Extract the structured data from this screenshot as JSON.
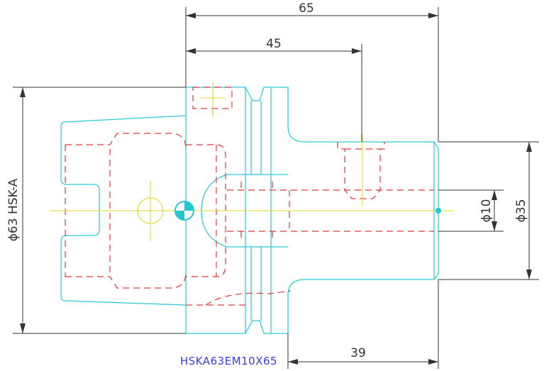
{
  "colors": {
    "outline": "#29c9d6",
    "hidden": "#e0383b",
    "center": "#e3d51e",
    "dimension": "#333333",
    "label": "#3a3adf",
    "marker_fill": "#24c6d0"
  },
  "dimensions": {
    "overall_length": "65",
    "gauge_length": "45",
    "shank_length": "39",
    "flange_diameter": "ϕ63 HSK-A",
    "bore_diameter": "ϕ10",
    "body_diameter": "ϕ35"
  },
  "part_label": "HSKA63EM10X65"
}
